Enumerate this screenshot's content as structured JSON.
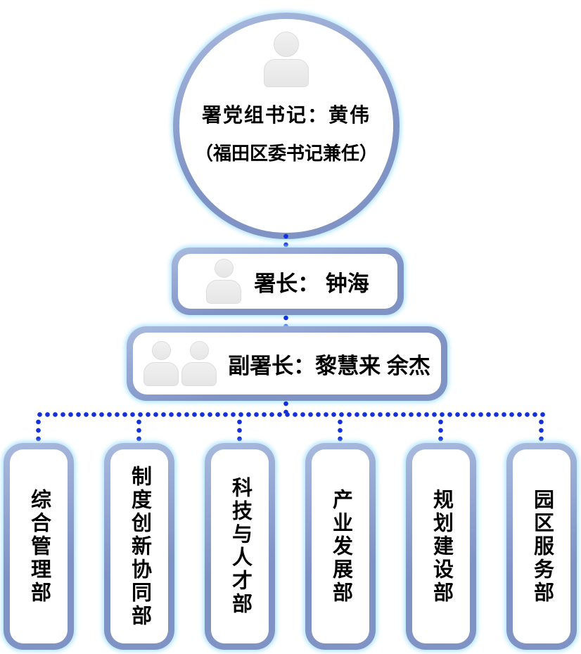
{
  "org_chart": {
    "top_node": {
      "line1": "署党组书记：黄伟",
      "line2": "（福田区委书记兼任）",
      "icon": "person-icon"
    },
    "director_node": {
      "label": "署长： 钟海",
      "icon": "person-icon"
    },
    "deputy_node": {
      "label": "副署长：黎慧来 余杰",
      "icon": "two-person-icon"
    },
    "departments": [
      {
        "label": "综合管理部"
      },
      {
        "label": "制度创新协同部"
      },
      {
        "label": "科技与人才部"
      },
      {
        "label": "产业发展部"
      },
      {
        "label": "规划建设部"
      },
      {
        "label": "园区服务部"
      }
    ],
    "colors": {
      "connector": "#1230dc",
      "border_light": "#a9bade",
      "border_dark": "#8093c5",
      "glow": "#a8e2ff",
      "text": "#000000",
      "icon_fill": "#e6e6e6",
      "node_fill": "#ffffff"
    }
  }
}
